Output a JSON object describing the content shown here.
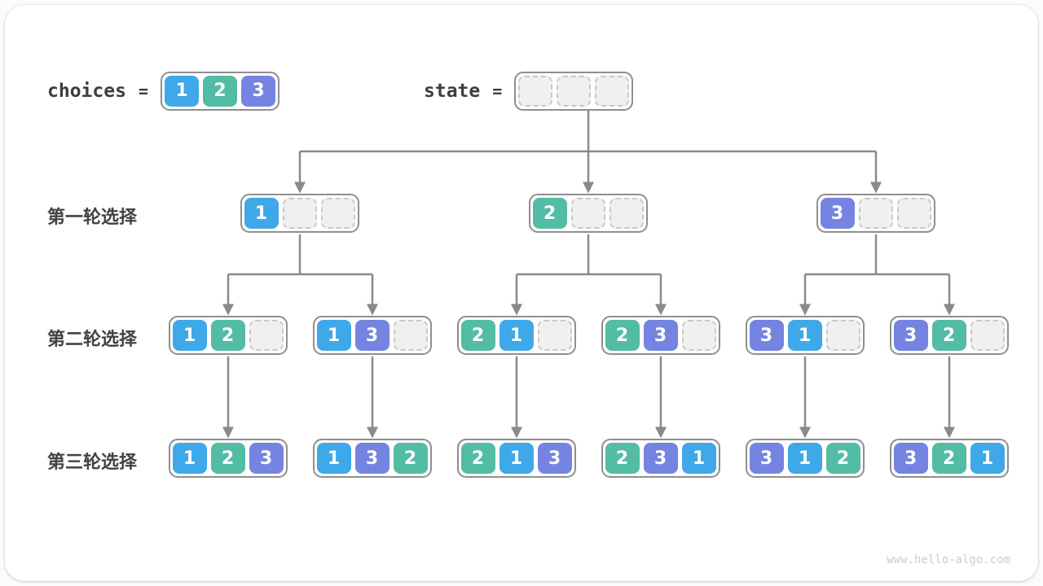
{
  "page": {
    "watermark": "www.hello-algo.com"
  },
  "palette": {
    "1": "#3fa8e8",
    "2": "#53bca5",
    "3": "#7584e1",
    "empty_fill": "#f0f0f0",
    "empty_border": "#c9c9c9",
    "connector": "#8a8a8a",
    "box_border": "#8f8f8f",
    "label_text": "#3d3d3d"
  },
  "header": {
    "choices_label": "choices",
    "equals_sign": "=",
    "choices_values": [
      "1",
      "2",
      "3"
    ],
    "state_label": "state",
    "state_values": [
      null,
      null,
      null
    ]
  },
  "rounds": [
    {
      "label": "第一轮选择",
      "nodes": [
        [
          "1",
          null,
          null
        ],
        [
          "2",
          null,
          null
        ],
        [
          "3",
          null,
          null
        ]
      ]
    },
    {
      "label": "第二轮选择",
      "nodes": [
        [
          "1",
          "2",
          null
        ],
        [
          "1",
          "3",
          null
        ],
        [
          "2",
          "1",
          null
        ],
        [
          "2",
          "3",
          null
        ],
        [
          "3",
          "1",
          null
        ],
        [
          "3",
          "2",
          null
        ]
      ]
    },
    {
      "label": "第三轮选择",
      "nodes": [
        [
          "1",
          "2",
          "3"
        ],
        [
          "1",
          "3",
          "2"
        ],
        [
          "2",
          "1",
          "3"
        ],
        [
          "2",
          "3",
          "1"
        ],
        [
          "3",
          "1",
          "2"
        ],
        [
          "3",
          "2",
          "1"
        ]
      ]
    }
  ],
  "tree_edges": [
    {
      "from": "state",
      "to": [
        "round1.0",
        "round1.1",
        "round1.2"
      ]
    },
    {
      "from": "round1.0",
      "to": [
        "round2.0",
        "round2.1"
      ]
    },
    {
      "from": "round1.1",
      "to": [
        "round2.2",
        "round2.3"
      ]
    },
    {
      "from": "round1.2",
      "to": [
        "round2.4",
        "round2.5"
      ]
    },
    {
      "from": "round2.0",
      "to": [
        "round3.0"
      ]
    },
    {
      "from": "round2.1",
      "to": [
        "round3.1"
      ]
    },
    {
      "from": "round2.2",
      "to": [
        "round3.2"
      ]
    },
    {
      "from": "round2.3",
      "to": [
        "round3.3"
      ]
    },
    {
      "from": "round2.4",
      "to": [
        "round3.4"
      ]
    },
    {
      "from": "round2.5",
      "to": [
        "round3.5"
      ]
    }
  ]
}
